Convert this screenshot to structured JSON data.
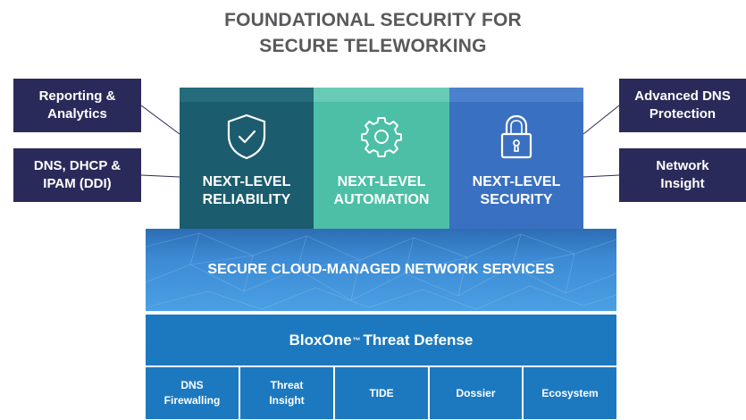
{
  "title": {
    "line1": "FOUNDATIONAL SECURITY FOR",
    "line2": "SECURE TELEWORKING"
  },
  "side_labels": {
    "reporting": {
      "line1": "Reporting &",
      "line2": "Analytics"
    },
    "ddi": {
      "line1": "DNS, DHCP &",
      "line2": "IPAM (DDI)"
    },
    "advanced_dns": {
      "line1": "Advanced DNS",
      "line2": "Protection"
    },
    "network_insight": {
      "line1": "Network",
      "line2": "Insight"
    }
  },
  "pillars": [
    {
      "line1": "NEXT-LEVEL",
      "line2": "RELIABILITY",
      "icon": "shield-check-icon"
    },
    {
      "line1": "NEXT-LEVEL",
      "line2": "AUTOMATION",
      "icon": "gear-icon"
    },
    {
      "line1": "NEXT-LEVEL",
      "line2": "SECURITY",
      "icon": "padlock-icon"
    }
  ],
  "cloud_services": "SECURE CLOUD-MANAGED NETWORK SERVICES",
  "threat_defense": {
    "name": "BloxOne",
    "trademark": "™",
    "rest": "Threat Defense"
  },
  "components": [
    {
      "line1": "DNS",
      "line2": "Firewalling"
    },
    {
      "line1": "Threat",
      "line2": "Insight"
    },
    {
      "line1": "TIDE",
      "line2": ""
    },
    {
      "line1": "Dossier",
      "line2": ""
    },
    {
      "line1": "Ecosystem",
      "line2": ""
    }
  ],
  "colors": {
    "navy_label": "#2a2a5a",
    "reliability": "#1b5c6e",
    "automation": "#4cbfa6",
    "security": "#3a70c1",
    "threat_blue": "#1d79bf",
    "title_gray": "#58595b"
  }
}
